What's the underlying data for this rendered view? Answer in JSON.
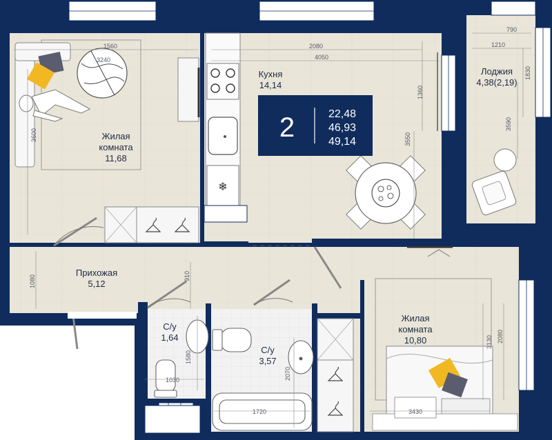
{
  "colors": {
    "wall": "#0f2c5c",
    "floor": "#e8e4d6",
    "tile": "#efefef",
    "accent": "#f2b824",
    "pillow": "#5b5d6e",
    "badge": "#0f2c5c",
    "line": "#8a8a8a"
  },
  "badge": {
    "rooms": "2",
    "living_area": "22,48",
    "total_area": "46,93",
    "area_with_loggia": "49,14"
  },
  "rooms": {
    "living1": {
      "name_line1": "Жилая",
      "name_line2": "комната",
      "area": "11,68"
    },
    "kitchen": {
      "name": "Кухня",
      "area": "14,14"
    },
    "loggia": {
      "name": "Лоджия",
      "area": "4,38(2,19)"
    },
    "hallway": {
      "name": "Прихожая",
      "area": "5,12"
    },
    "bath_small": {
      "name": "С/у",
      "area": "1,64"
    },
    "bath_large": {
      "name": "С/у",
      "area": "3,57"
    },
    "living2": {
      "name_line1": "Жилая",
      "name_line2": "комната",
      "area": "10,80"
    }
  },
  "dimensions": {
    "d1560": "1560",
    "d3240": "3240",
    "d3600": "3600",
    "d2080_top": "2080",
    "d4050": "4050",
    "d1360": "1360",
    "d3550": "3550",
    "d790": "790",
    "d1210": "1210",
    "d1830": "1830",
    "d3590": "3590",
    "d1080": "1080",
    "d910": "910",
    "d1580": "1580",
    "d1030": "1030",
    "d2070": "2070",
    "d1720": "1720",
    "d3130": "3130",
    "d2080_right": "2080",
    "d3430": "3430"
  },
  "icons": {
    "snowflake": "❄",
    "hanger": "hanger-icon"
  }
}
